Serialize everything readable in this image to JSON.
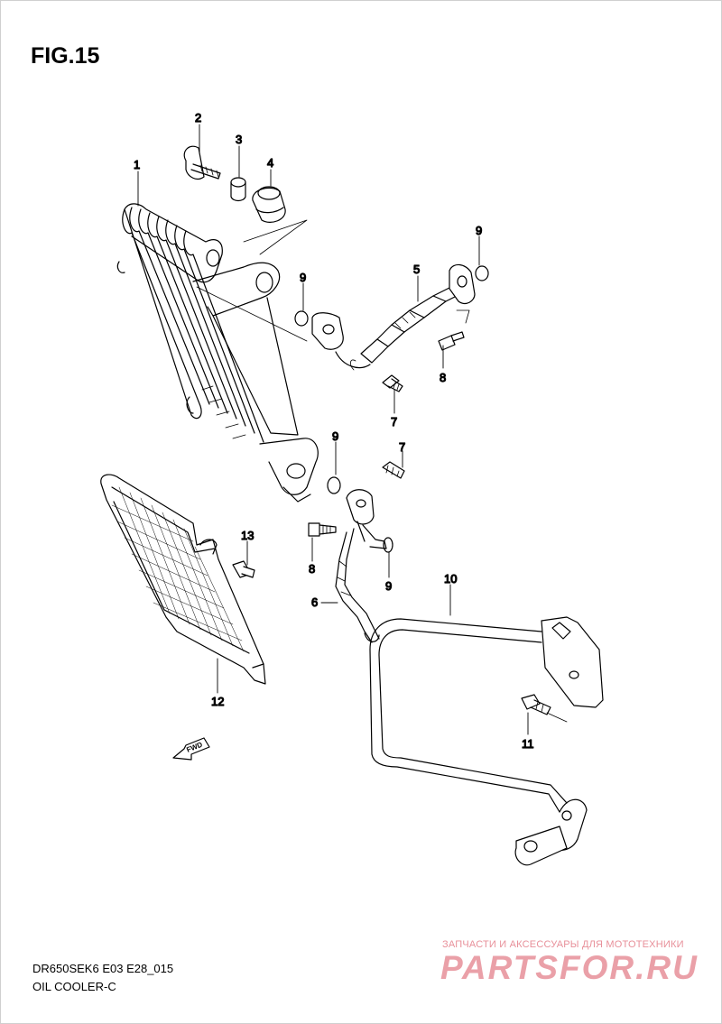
{
  "figure": {
    "title": "FIG.15"
  },
  "callouts": [
    "1",
    "2",
    "3",
    "4",
    "5",
    "6",
    "7",
    "7",
    "8",
    "8",
    "9",
    "9",
    "9",
    "9",
    "10",
    "11",
    "12",
    "13"
  ],
  "fwd_arrow": {
    "label": "FWD"
  },
  "footer": {
    "model_code": "DR650SEK6 E03 E28_015",
    "part_name": "OIL COOLER-C"
  },
  "watermark": {
    "tagline": "ЗАПЧАСТИ И АКСЕССУАРЫ ДЛЯ МОТОТЕХНИКИ",
    "logo": "PARTSFOR.RU"
  }
}
